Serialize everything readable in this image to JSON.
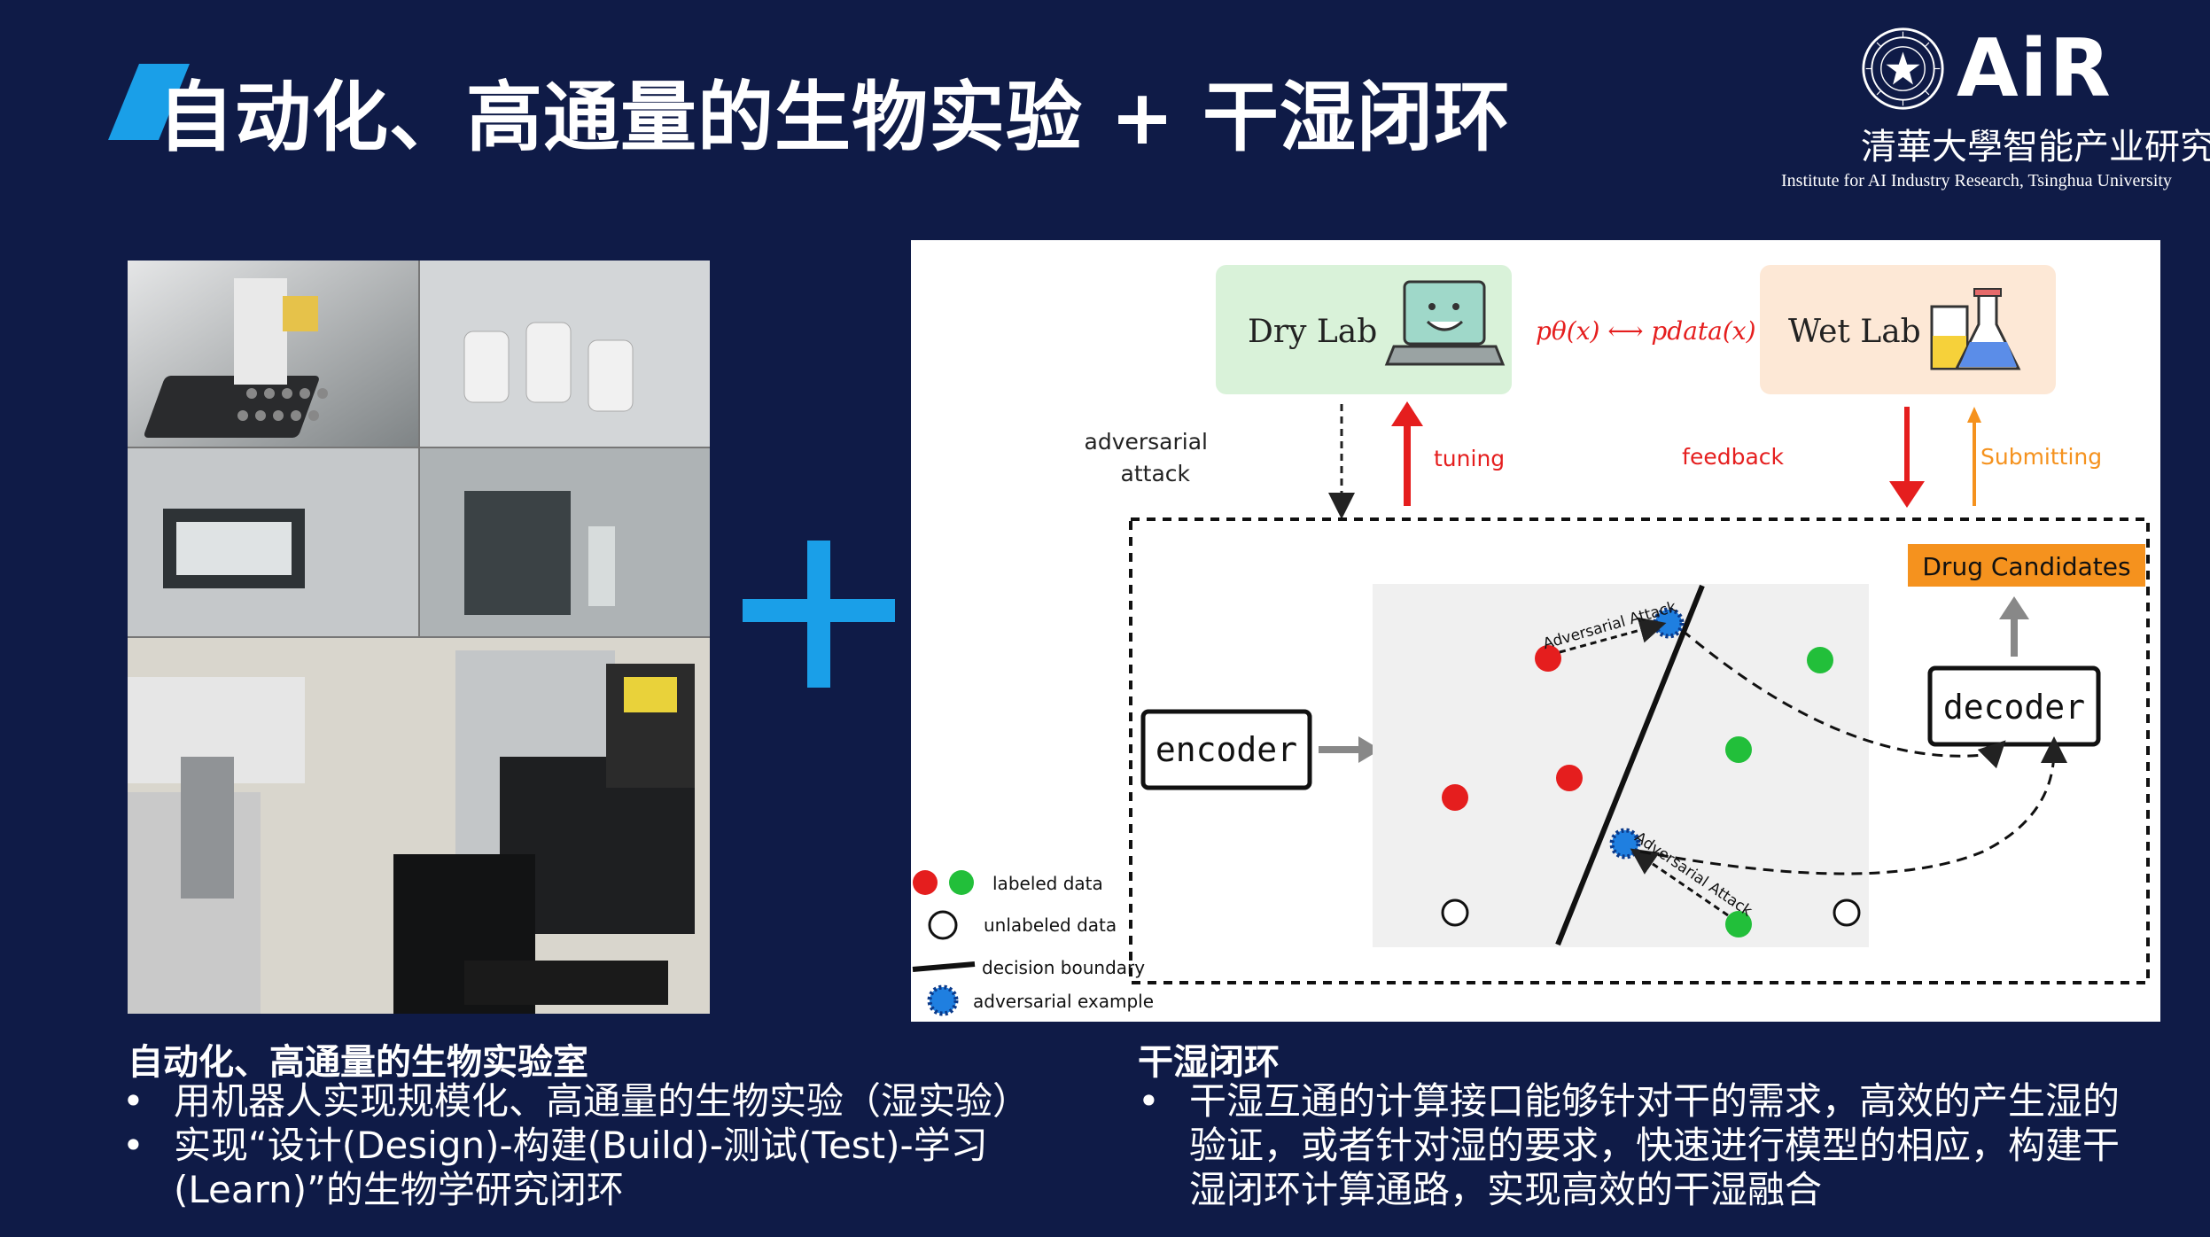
{
  "title": "自动化、高通量的生物实验 + 干湿闭环",
  "logo": {
    "brand": "AiR",
    "cn_name": "清華大學智能产业研究院",
    "en_name": "Institute for AI Industry Research, Tsinghua University"
  },
  "left_caption": {
    "heading": "自动化、高通量的生物实验室",
    "bullets": [
      "用机器人实现规模化、高通量的生物实验（湿实验）",
      "实现“设计(Design)-构建(Build)-测试(Test)-学习(Learn)”的生物学研究闭环"
    ]
  },
  "right_caption": {
    "heading": "干湿闭环",
    "bullets": [
      "干湿互通的计算接口能够针对干的需求，高效的产生湿的验证，或者针对湿的要求，快速进行模型的相应，构建干湿闭环计算通路，实现高效的干湿融合"
    ]
  },
  "diagram": {
    "dry_lab": "Dry Lab",
    "wet_lab": "Wet Lab",
    "formula": "pθ(x) ⟷ pdata(x)",
    "adversarial_attack_line1": "adversarial",
    "adversarial_attack_line2": "attack",
    "tuning": "tuning",
    "feedback": "feedback",
    "submitting": "Submitting",
    "drug_candidates": "Drug Candidates",
    "encoder": "encoder",
    "decoder": "decoder",
    "adv_label_top": "Adversarial Attack",
    "adv_label_bottom": "Adversarial Attack",
    "legend": {
      "labeled": "labeled data",
      "unlabeled": "unlabeled data",
      "boundary": "decision boundary",
      "adversarial": "adversarial example"
    }
  },
  "colors": {
    "background": "#0f1b47",
    "accent": "#1a9fe8",
    "red": "#e51e1e",
    "green": "#22bf3a",
    "orange": "#f5921e",
    "dry_lab_bg": "#d9f2d9",
    "wet_lab_bg": "#fde8d6"
  }
}
